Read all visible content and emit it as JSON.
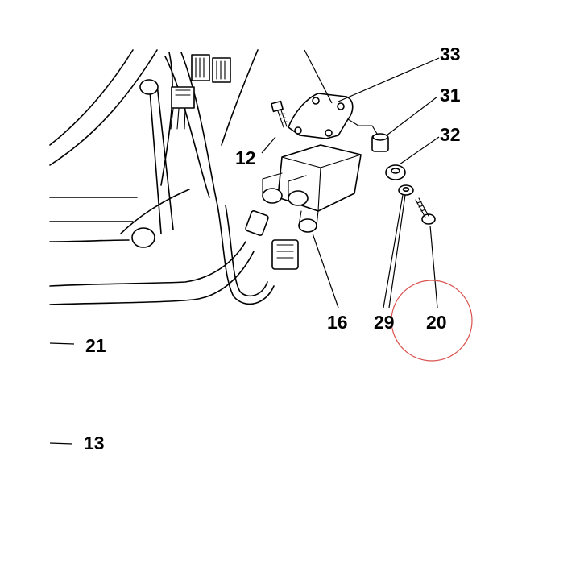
{
  "diagram": {
    "callouts": {
      "c33": "33",
      "c31": "31",
      "c32": "32",
      "c12": "12",
      "c16": "16",
      "c29": "29",
      "c20": "20",
      "c21": "21",
      "c13": "13"
    },
    "highlight_color": "#d9534f"
  }
}
